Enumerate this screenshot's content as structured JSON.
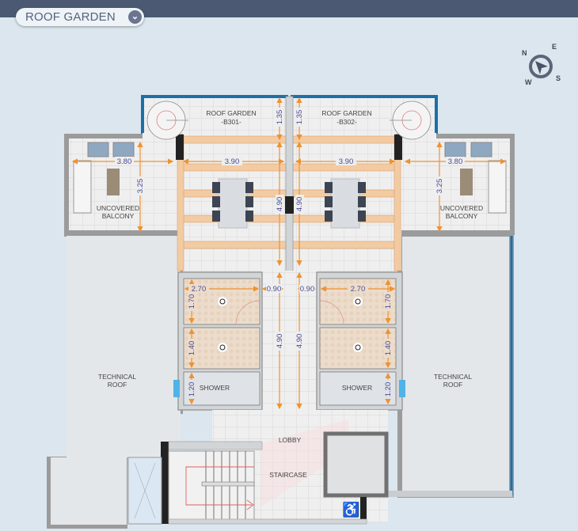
{
  "header": {
    "floor_selector_label": "ROOF GARDEN",
    "dropdown_icon": "chevron-down-icon"
  },
  "compass": {
    "n": "N",
    "e": "E",
    "s": "S",
    "w": "W"
  },
  "rooms": {
    "roof_garden_left": {
      "name": "ROOF GARDEN",
      "unit": "-B301-"
    },
    "roof_garden_right": {
      "name": "ROOF GARDEN",
      "unit": "-B302-"
    },
    "balcony_left": {
      "line1": "UNCOVERED",
      "line2": "BALCONY"
    },
    "balcony_right": {
      "line1": "UNCOVERED",
      "line2": "BALCONY"
    },
    "technical_left": {
      "line1": "TECHNICAL",
      "line2": "ROOF"
    },
    "technical_right": {
      "line1": "TECHNICAL",
      "line2": "ROOF"
    },
    "shower_left": "SHOWER",
    "shower_right": "SHOWER",
    "lobby": "LOBBY",
    "staircase": "STAIRCASE"
  },
  "dimensions": {
    "balcony_width_left": "3.80",
    "balcony_width_right": "3.80",
    "balcony_depth_left": "3.25",
    "balcony_depth_right": "3.25",
    "garden_width_left": "3.90",
    "garden_width_right": "3.90",
    "garden_top_left": "1.35",
    "garden_top_right": "1.35",
    "garden_depth_left": "4.90",
    "garden_depth_right": "4.90",
    "room_width_left": "2.70",
    "room_width_right": "2.70",
    "corridor_left": "0.90",
    "corridor_right": "0.90",
    "room1_depth_left": "1.70",
    "room1_depth_right": "1.70",
    "room2_depth_left": "1.40",
    "room2_depth_right": "1.40",
    "core_depth_left": "4.90",
    "core_depth_right": "4.90",
    "shower_depth_left": "1.20",
    "shower_depth_right": "1.20"
  },
  "colors": {
    "wall": "#9b9b9b",
    "glass_wall": "#1d6fa8",
    "dimension": "#f0922f",
    "beam": "#f3cba3",
    "header": "#4b5a72"
  }
}
